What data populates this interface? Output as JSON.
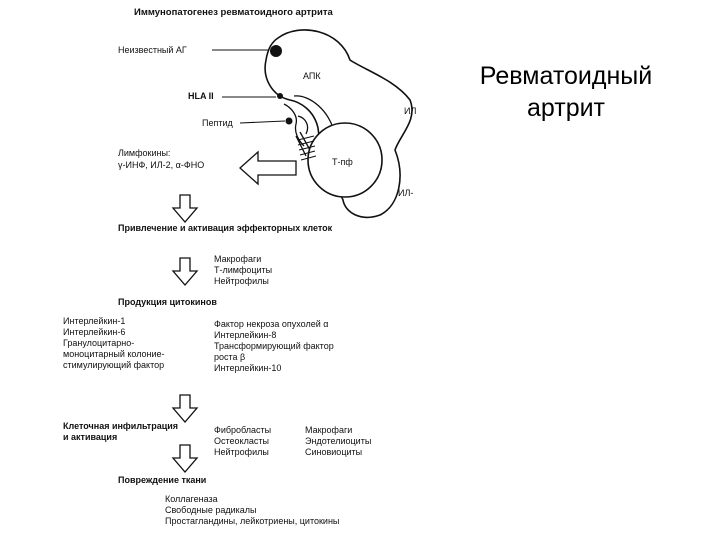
{
  "slide_title": {
    "line1": "Ревматоидный",
    "line2": "артрит"
  },
  "diagram": {
    "heading": "Иммунопатогенез ревматоидного артрита",
    "labels": {
      "unknown_ag": "Неизвестный АГ",
      "apc": "АПК",
      "hla": "HLA II",
      "il_top": "ИЛ",
      "peptide": "Пептид",
      "lymphokines_title": "Лимфокины:",
      "lymphokines_list": "γ-ИНФ, ИЛ-2, α-ФНО",
      "t_helper": "Т-пф",
      "il_bottom": "ИЛ-"
    },
    "stage1": {
      "title": "Привлечение и активация эффекторных клеток",
      "cells": [
        "Макрофаги",
        "Т-лимфоциты",
        "Нейтрофилы"
      ]
    },
    "stage2": {
      "title": "Продукция цитокинов",
      "left": [
        "Интерлейкин-1",
        "Интерлейкин-6",
        "Гранулоцитарно-",
        "моноцитарный колоние-",
        "стимулирующий фактор"
      ],
      "right": [
        "Фактор некроза опухолей α",
        "Интерлейкин-8",
        "Трансформирующий фактор",
        "роста β",
        "Интерлейкин-10"
      ]
    },
    "stage3": {
      "title_line1": "Клеточная инфильтрация",
      "title_line2": "и активация",
      "col1": [
        "Фибробласты",
        "Остеокласты",
        "Нейтрофилы"
      ],
      "col2": [
        "Макрофаги",
        "Эндотелиоциты",
        "Синовиоциты"
      ]
    },
    "stage4": {
      "title": "Повреждение ткани",
      "items": [
        "Коллагеназа",
        "Свободные радикалы",
        "Простагландины, лейкотриены, цитокины"
      ]
    }
  },
  "colors": {
    "ink": "#111111",
    "background": "#ffffff"
  }
}
